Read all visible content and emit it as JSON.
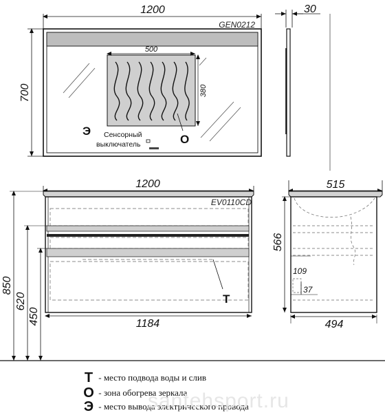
{
  "mirror": {
    "code": "GEN0212",
    "width": "1200",
    "height": "700",
    "depth": "30",
    "heater_width": "500",
    "heater_height": "380",
    "sensor_label_line1": "Сенсорный",
    "sensor_label_line2": "выключатель",
    "marker_e": "Э",
    "marker_o": "О"
  },
  "cabinet": {
    "code": "EV0110CD",
    "width": "1200",
    "inner_width": "1184",
    "height_total": "850",
    "height_620": "620",
    "height_450": "450",
    "marker_t": "Т"
  },
  "side": {
    "depth_top": "515",
    "depth_bottom": "494",
    "height": "566",
    "dim_109": "109",
    "dim_37": "37"
  },
  "legend": [
    {
      "symbol": "Т",
      "text": "- место подвода воды и слив"
    },
    {
      "symbol": "О",
      "text": "-  зона обогрева зеркала"
    },
    {
      "symbol": "Э",
      "text": "-  место вывода электрического провода"
    }
  ],
  "watermark": "santehsport.ru"
}
